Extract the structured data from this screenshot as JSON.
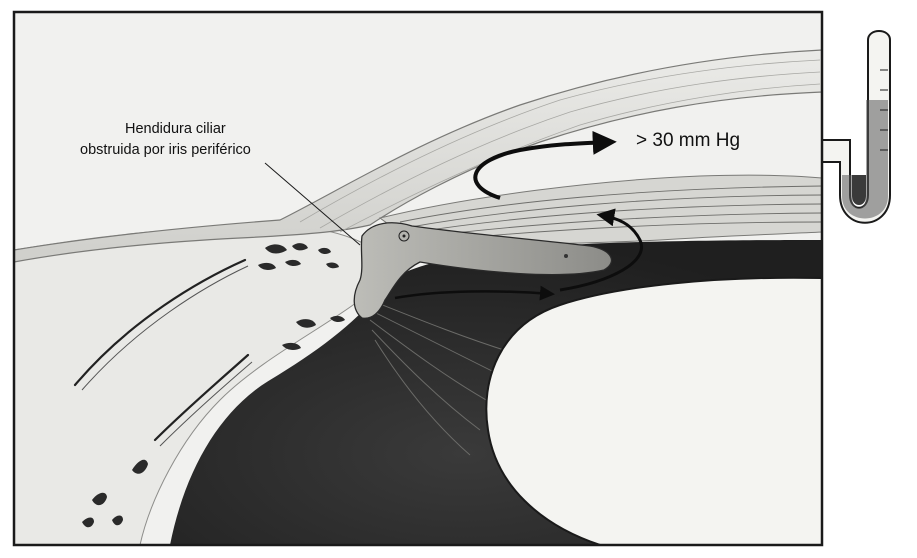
{
  "figure": {
    "label_cleft": {
      "line1": "Hendidura ciliar",
      "line2": "obstruida por iris periférico"
    },
    "label_pressure": "> 30 mm Hg"
  },
  "colors": {
    "frame": "#1a1a1a",
    "background": "#f1f1ef",
    "cornea": "#e4e4e0",
    "dark_chamber": "#2b2b2b",
    "lens": "#f3f3f0",
    "arrow": "#0d0d0d"
  },
  "icons": [
    "manometer-u-tube",
    "flow-arrow"
  ]
}
